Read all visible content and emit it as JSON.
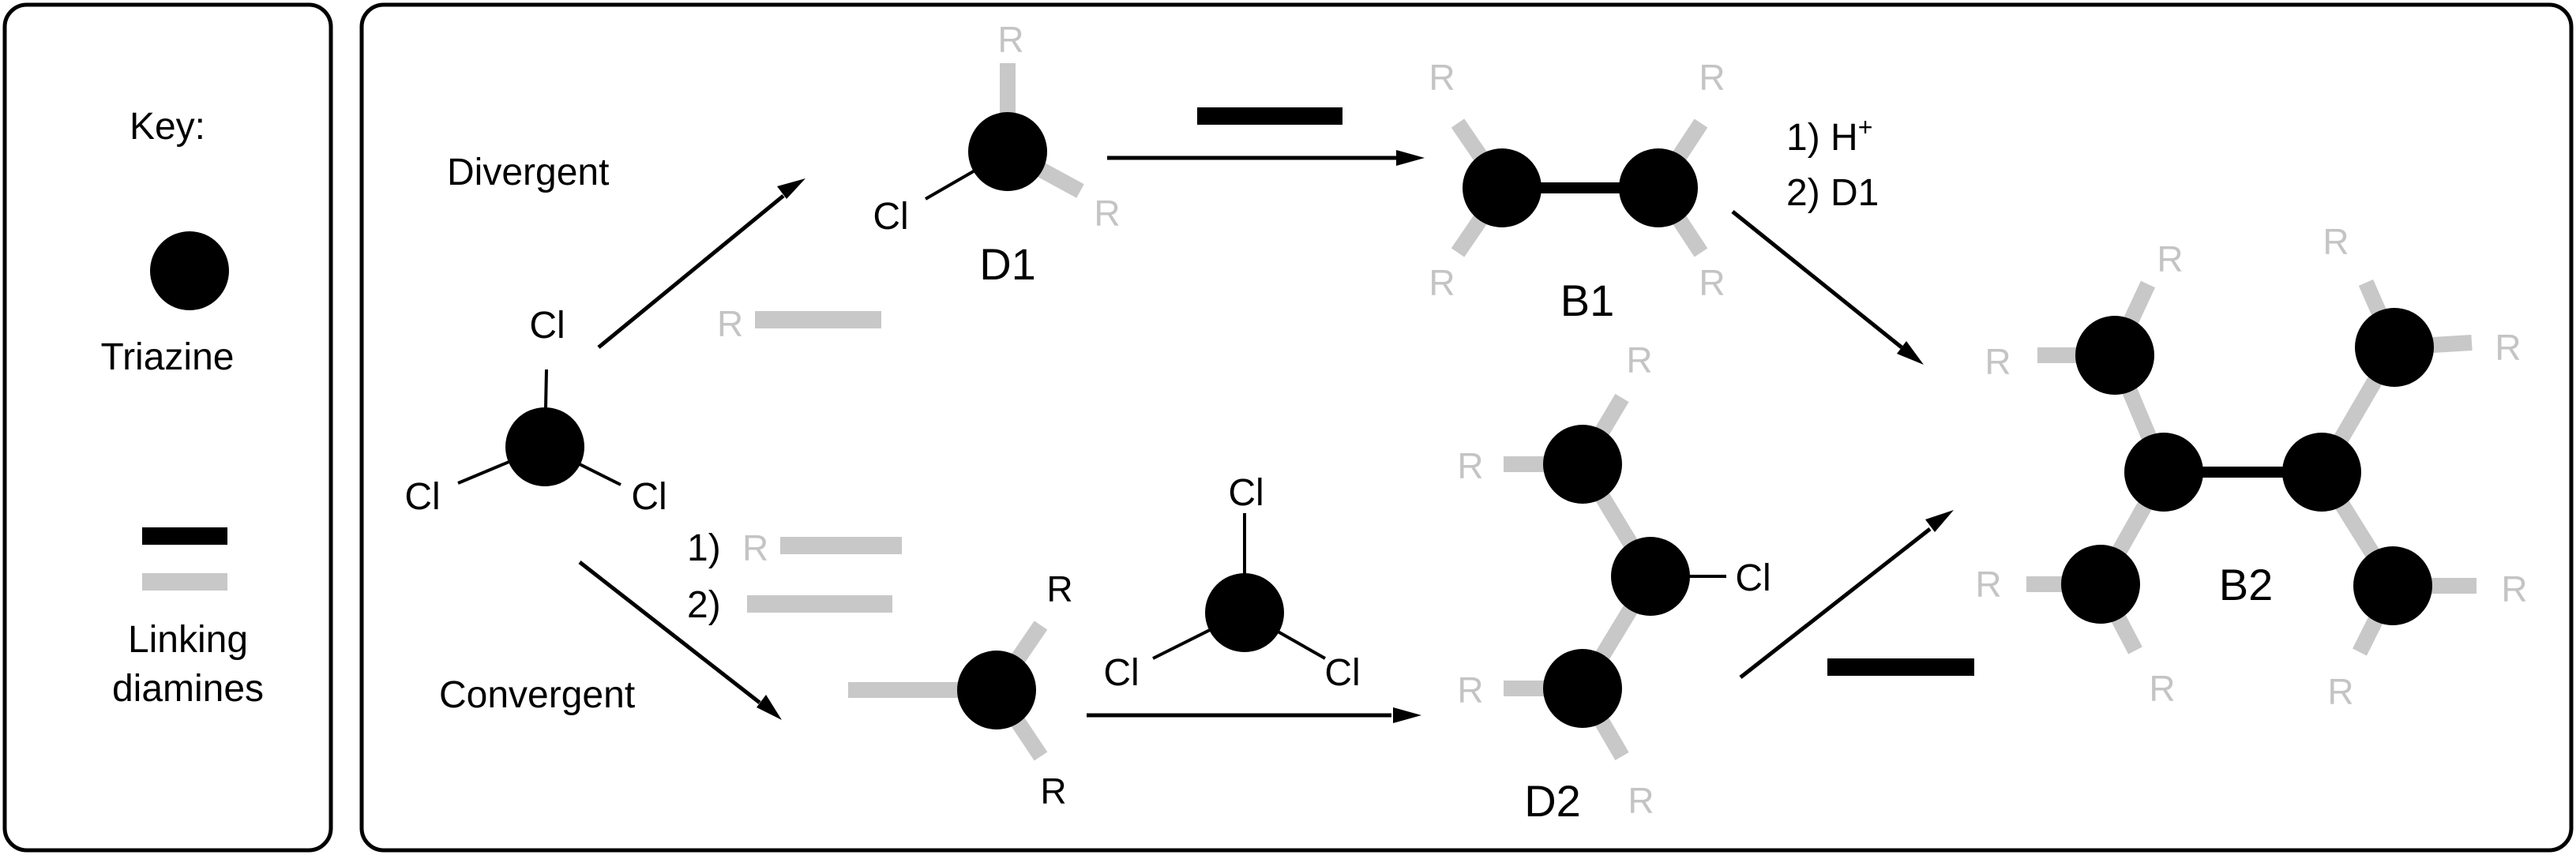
{
  "key": {
    "title": "Key:",
    "triazine_label": "Triazine",
    "linker_label_1": "Linking",
    "linker_label_2": "diamines"
  },
  "pathways": {
    "divergent": "Divergent",
    "convergent": "Convergent"
  },
  "labels": {
    "cl": "Cl",
    "r": "R",
    "d1": "D1",
    "d2": "D2",
    "b1": "B1",
    "b2": "B2"
  },
  "steps": {
    "b1_step1": "1) H",
    "b1_step1_sup": "+",
    "b1_step2": "2) D1",
    "conv_step1": "1)",
    "conv_step2": "2)"
  },
  "colors": {
    "triazine": "#000000",
    "linker_dark": "#000000",
    "linker_light": "#c8c8c8",
    "r_group": "#c4c4c4"
  }
}
